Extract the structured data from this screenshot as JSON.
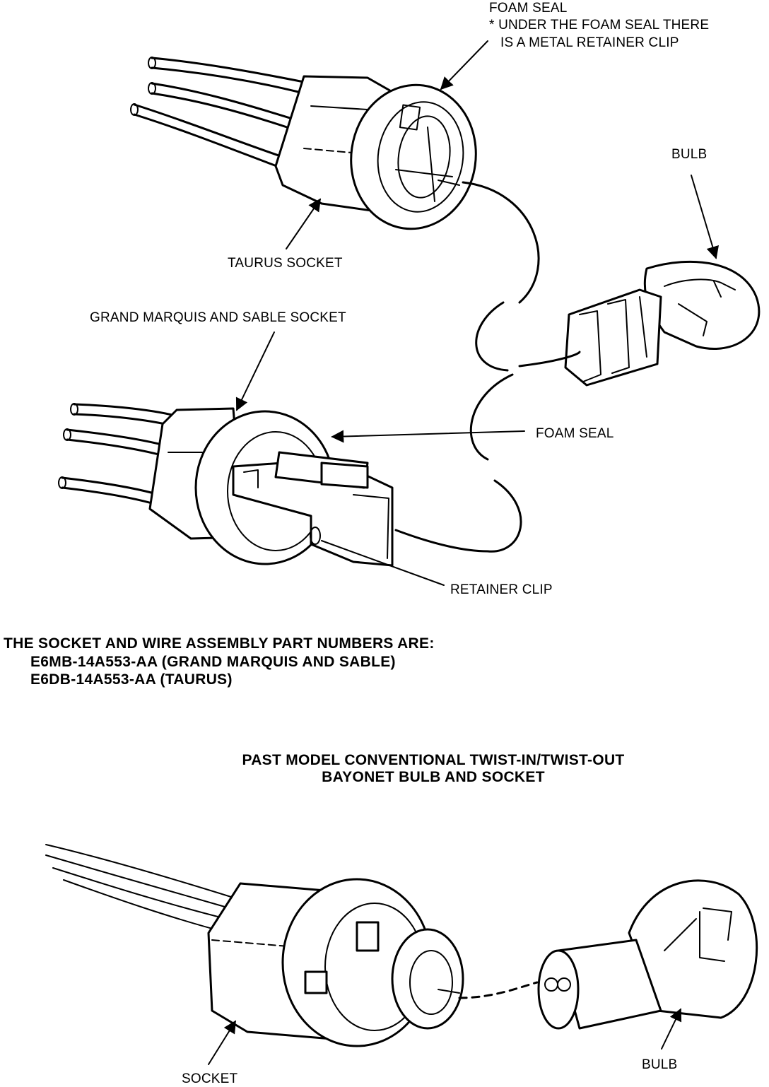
{
  "labels": {
    "foam_seal_top": "FOAM SEAL",
    "foam_seal_note_1": "* UNDER THE FOAM SEAL THERE",
    "foam_seal_note_2": "IS A METAL RETAINER CLIP",
    "bulb_top": "BULB",
    "taurus_socket": "TAURUS SOCKET",
    "grand_marquis_sable_socket": "GRAND MARQUIS AND SABLE SOCKET",
    "foam_seal_middle": "FOAM SEAL",
    "retainer_clip": "RETAINER CLIP",
    "part_numbers_heading": "THE SOCKET AND WIRE ASSEMBLY PART NUMBERS ARE:",
    "part_number_1": "E6MB-14A553-AA (GRAND MARQUIS AND SABLE)",
    "part_number_2": "E6DB-14A553-AA (TAURUS)",
    "past_model_line_1": "PAST MODEL CONVENTIONAL TWIST-IN/TWIST-OUT",
    "past_model_line_2": "BAYONET BULB AND SOCKET",
    "socket_bottom": "SOCKET",
    "bulb_bottom": "BULB"
  }
}
